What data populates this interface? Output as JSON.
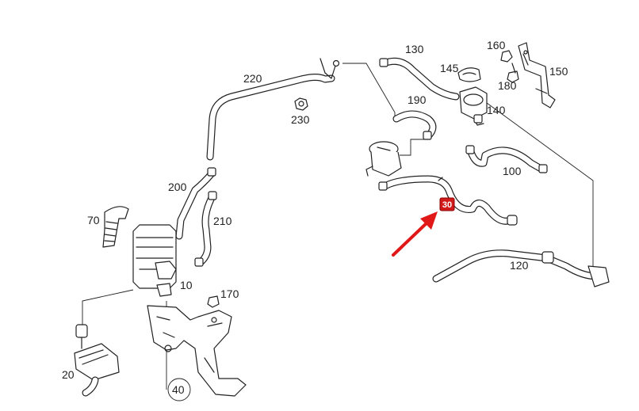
{
  "part_labels": {
    "p10": "10",
    "p20": "20",
    "p40": "40",
    "p70": "70",
    "p100": "100",
    "p120": "120",
    "p130": "130",
    "p140": "140",
    "p145": "145",
    "p150": "150",
    "p160": "160",
    "p170": "170",
    "p180": "180",
    "p190": "190",
    "p200": "200",
    "p210": "210",
    "p220": "220",
    "p230": "230"
  },
  "highlight": {
    "label": "30",
    "box_color": "#d11a1a",
    "arrow_color": "#e01818"
  }
}
